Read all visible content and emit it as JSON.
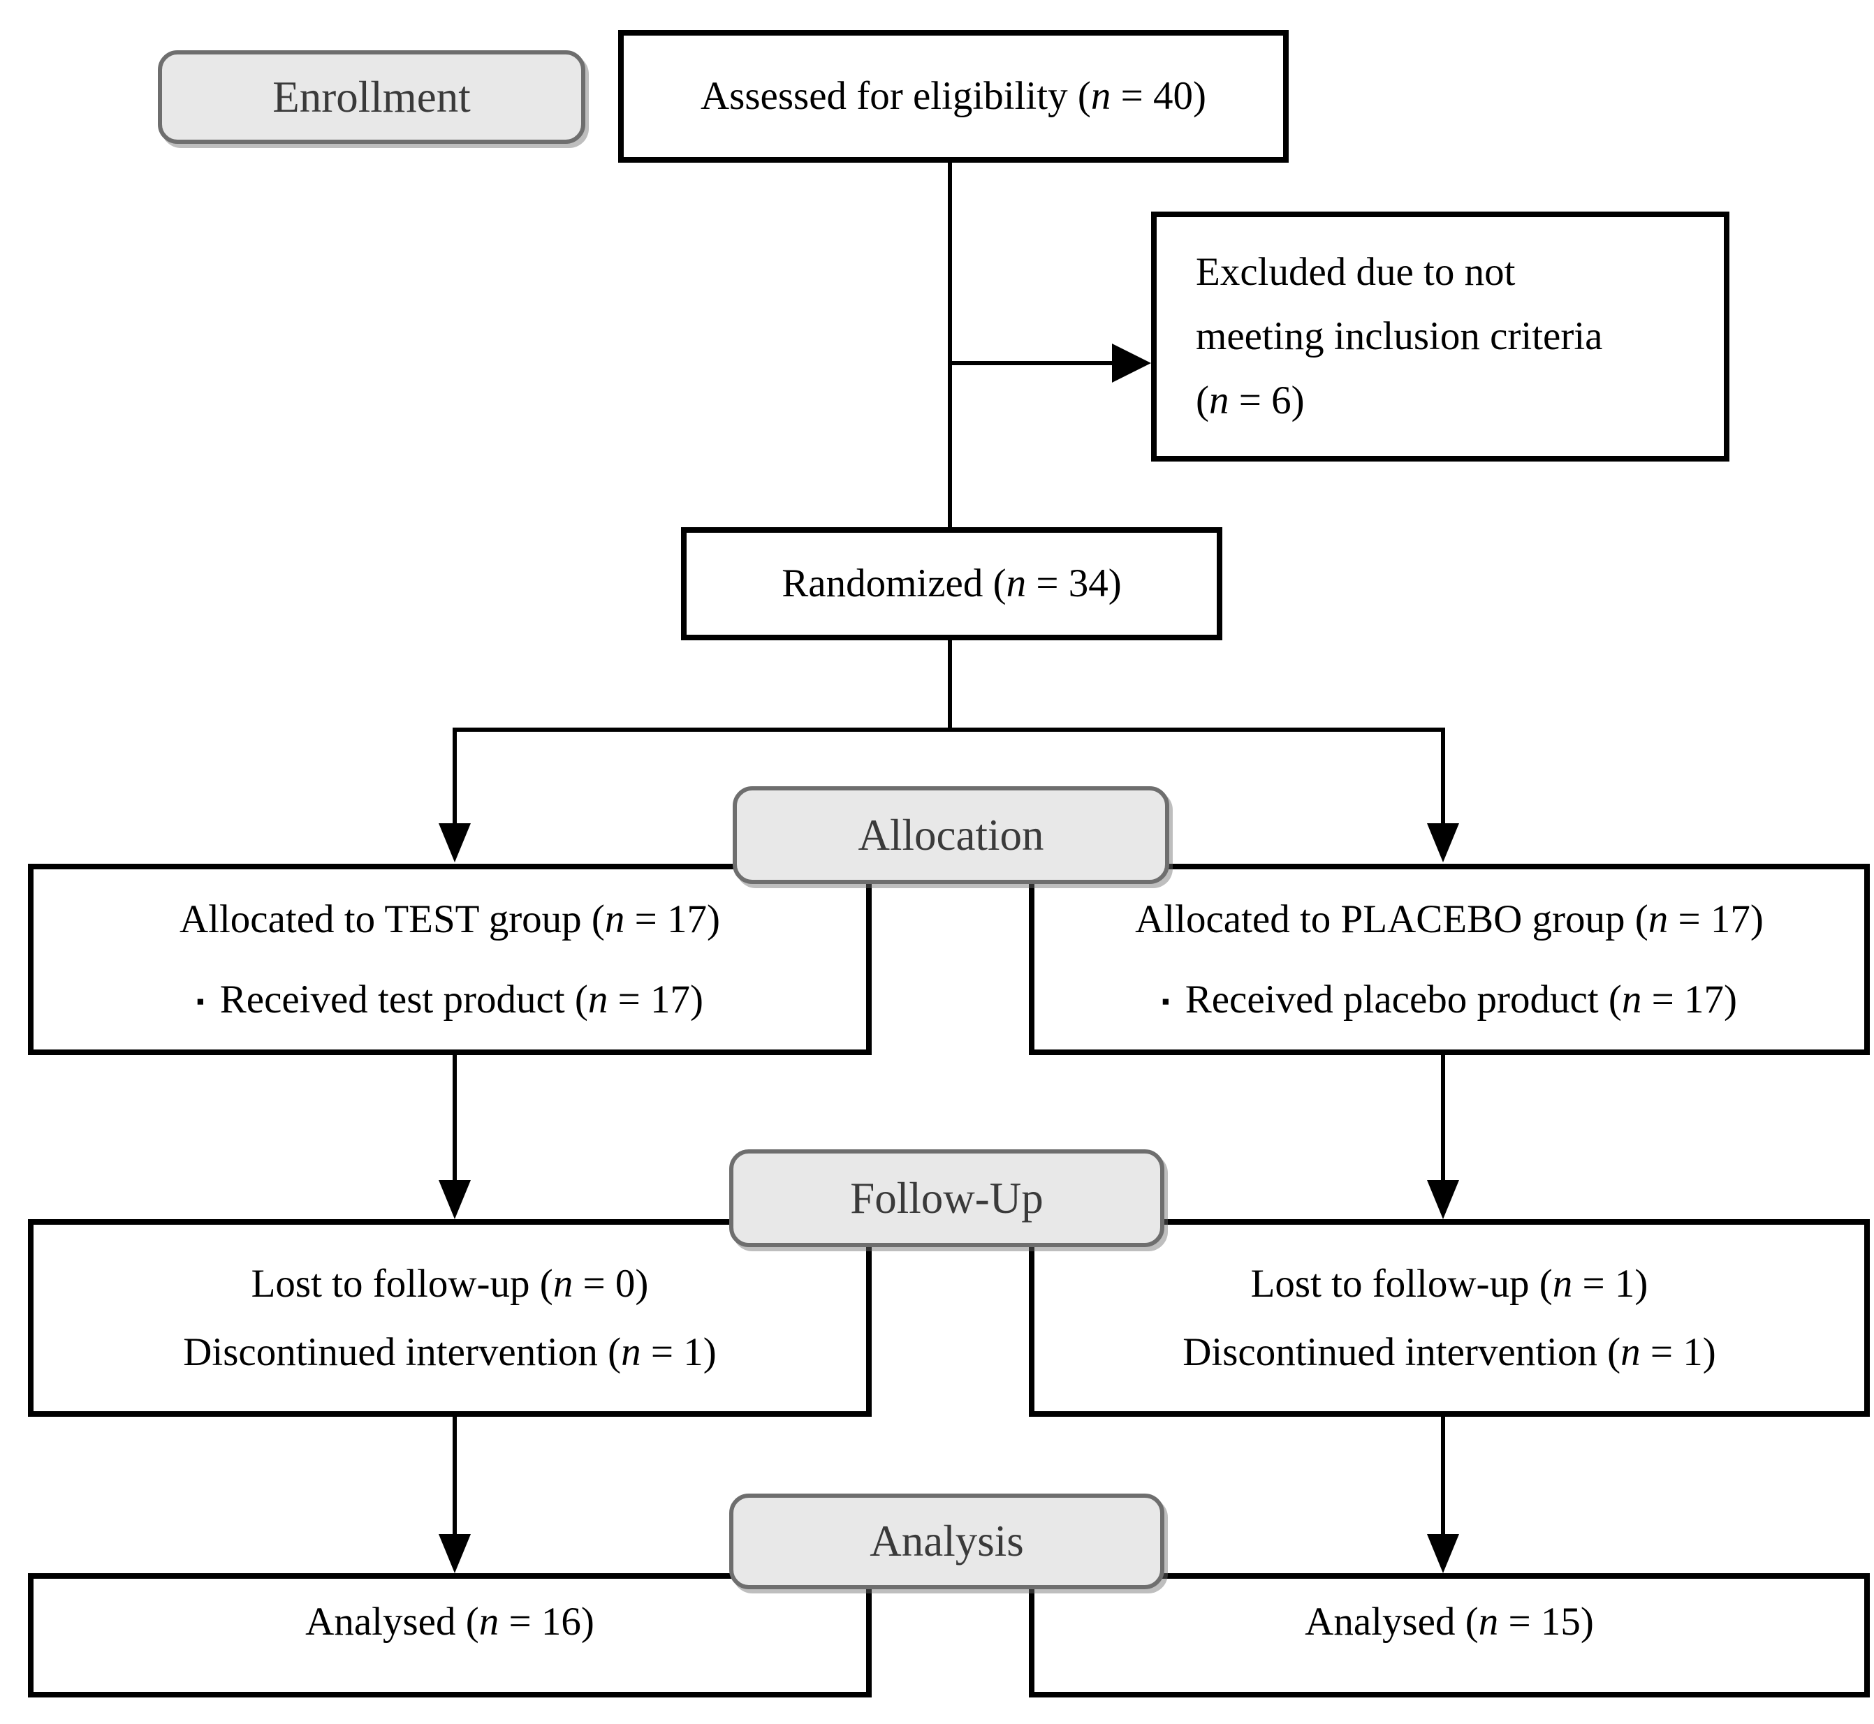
{
  "diagram": {
    "type": "consort-flowchart",
    "bullet_char": "▪",
    "stage_labels": {
      "enrollment": "Enrollment",
      "allocation": "Allocation",
      "followup": "Follow-Up",
      "analysis": "Analysis"
    },
    "boxes": {
      "assessed": {
        "text": "Assessed for eligibility (n = 40)"
      },
      "excluded": {
        "lines": [
          "Excluded due to not",
          "meeting inclusion criteria",
          "(n = 6)"
        ]
      },
      "randomized": {
        "text": "Randomized (n = 34)"
      },
      "test_allocation": {
        "title": "Allocated to TEST group (n = 17)",
        "item": "Received test product (n = 17)"
      },
      "placebo_allocation": {
        "title": "Allocated to PLACEBO group (n = 17)",
        "item": "Received placebo product (n = 17)"
      },
      "test_followup": {
        "lines": [
          "Lost to follow-up (n = 0)",
          "Discontinued intervention (n = 1)"
        ]
      },
      "placebo_followup": {
        "lines": [
          "Lost to follow-up (n = 1)",
          "Discontinued intervention (n = 1)"
        ]
      },
      "test_analysis": {
        "text": "Analysed (n = 16)"
      },
      "placebo_analysis": {
        "text": "Analysed (n = 15)"
      }
    },
    "colors": {
      "background": "#ffffff",
      "box_background": "#ffffff",
      "line_color": "#000000",
      "stage_fill": "#e8e8e8",
      "stage_border": "#6e6e6e",
      "stage_text": "#3a3a3a"
    }
  }
}
